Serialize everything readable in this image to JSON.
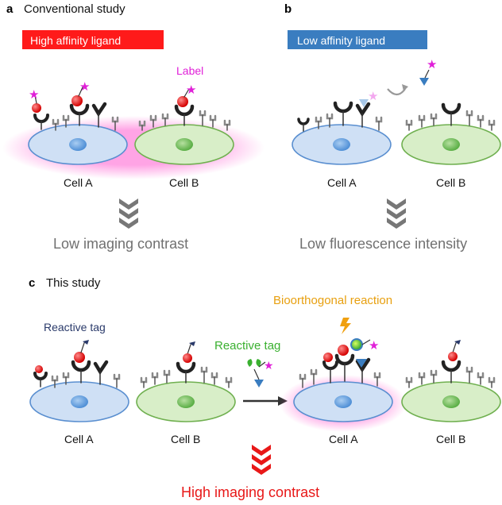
{
  "panel_a": {
    "letter": "a",
    "title": "Conventional study",
    "badge": "High affinity ligand",
    "label_text": "Label",
    "cell_a": "Cell A",
    "cell_b": "Cell B",
    "result": "Low imaging contrast"
  },
  "panel_b": {
    "letter": "b",
    "badge": "Low affinity ligand",
    "cell_a": "Cell A",
    "cell_b": "Cell B",
    "result": "Low fluorescence intensity"
  },
  "panel_c": {
    "letter": "c",
    "title": "This study",
    "reactive_tag_1": "Reactive tag",
    "reactive_tag_2": "Reactive tag",
    "bioorthogonal": "Bioorthogonal reaction",
    "cell_a_1": "Cell A",
    "cell_b_1": "Cell B",
    "cell_a_2": "Cell A",
    "cell_b_2": "Cell B",
    "result": "High imaging contrast"
  },
  "colors": {
    "high_affinity_badge": "#ff1a1a",
    "low_affinity_badge": "#3a7dc0",
    "label_magenta": "#e020d8",
    "reactive_tag_navy": "#2a3a6a",
    "reactive_tag_green": "#3ab030",
    "bioorthogonal_orange": "#e8a010",
    "result_red": "#e81818",
    "result_grey": "#707070",
    "cell_a_fill": "#cfe0f5",
    "cell_b_fill": "#d8eec8"
  }
}
